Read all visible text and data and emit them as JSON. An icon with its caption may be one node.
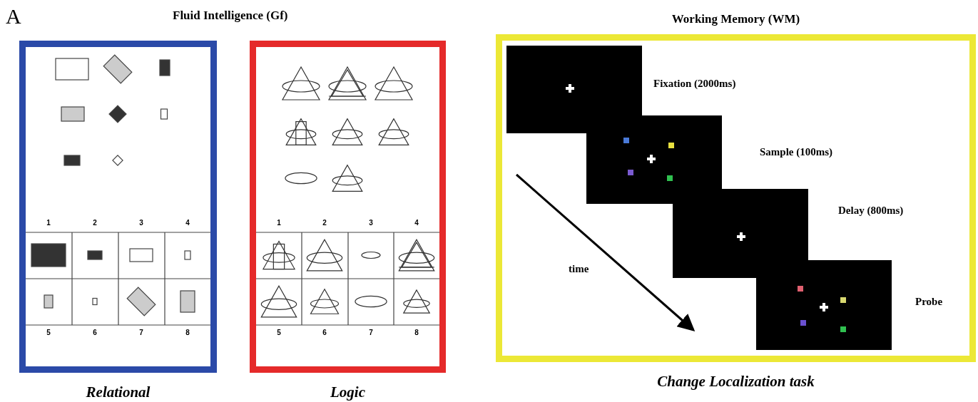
{
  "diagram": {
    "nodes": [
      {
        "text": [
          "Relational"
        ]
      },
      {
        "text": [
          "Logic"
        ]
      },
      {
        "text": [
          "Working Memory (WM)",
          "Change Localization task"
        ]
      },
      {
        "text": [],
        "shape": "box",
        "in": 2,
        "beside": [
          "Fixation (2000ms)"
        ]
      },
      {
        "text": [],
        "shape": "box",
        "in": 2,
        "beside": [
          "Sample (100ms)"
        ]
      },
      {
        "text": [],
        "shape": "box",
        "in": 2,
        "beside": [
          "Delay (800ms)"
        ]
      },
      {
        "text": [],
        "shape": "box",
        "in": 2,
        "beside": [
          "Probe"
        ]
      }
    ],
    "labels": [
      "A",
      "Fluid Intelligence (Gf)",
      "1",
      "2",
      "3",
      "4",
      "5",
      "6",
      "7",
      "8",
      "1",
      "2",
      "3",
      "4",
      "5",
      "6",
      "7",
      "8",
      "time"
    ]
  }
}
